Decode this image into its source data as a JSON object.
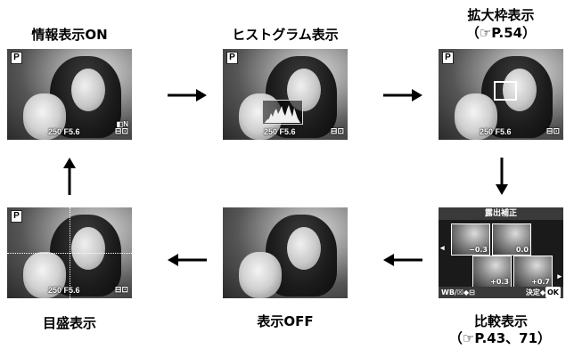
{
  "steps": {
    "info_on": {
      "caption": "情報表示ON",
      "mode": "P",
      "shutter_aperture": "250  F5.6",
      "right_icon": "⊟⊡"
    },
    "histogram": {
      "caption": "ヒストグラム表示",
      "mode": "P",
      "shutter_aperture": "250  F5.6",
      "right_icon": "⊟⊡"
    },
    "zoom_frame": {
      "caption": "拡大枠表示",
      "caption_ref": "（☞P.54）",
      "mode": "P",
      "shutter_aperture": "250  F5.6",
      "right_icon": "⊟⊡"
    },
    "comparison": {
      "caption": "比較表示",
      "caption_ref": "（☞P.43、71）",
      "title": "露出補正",
      "thumb_values": [
        "−0.3",
        "0.0",
        "+0.3",
        "+0.7"
      ],
      "bottom_left": "WB/☒◆⊟",
      "bottom_right_label": "決定◆",
      "ok_label": "OK"
    },
    "display_off": {
      "caption": "表示OFF"
    },
    "grid": {
      "caption": "目盛表示",
      "mode": "P",
      "shutter_aperture": "250  F5.6",
      "right_icon": "⊟⊡"
    }
  },
  "colors": {
    "arrow": "#000000",
    "overlay_text": "#ffffff"
  }
}
